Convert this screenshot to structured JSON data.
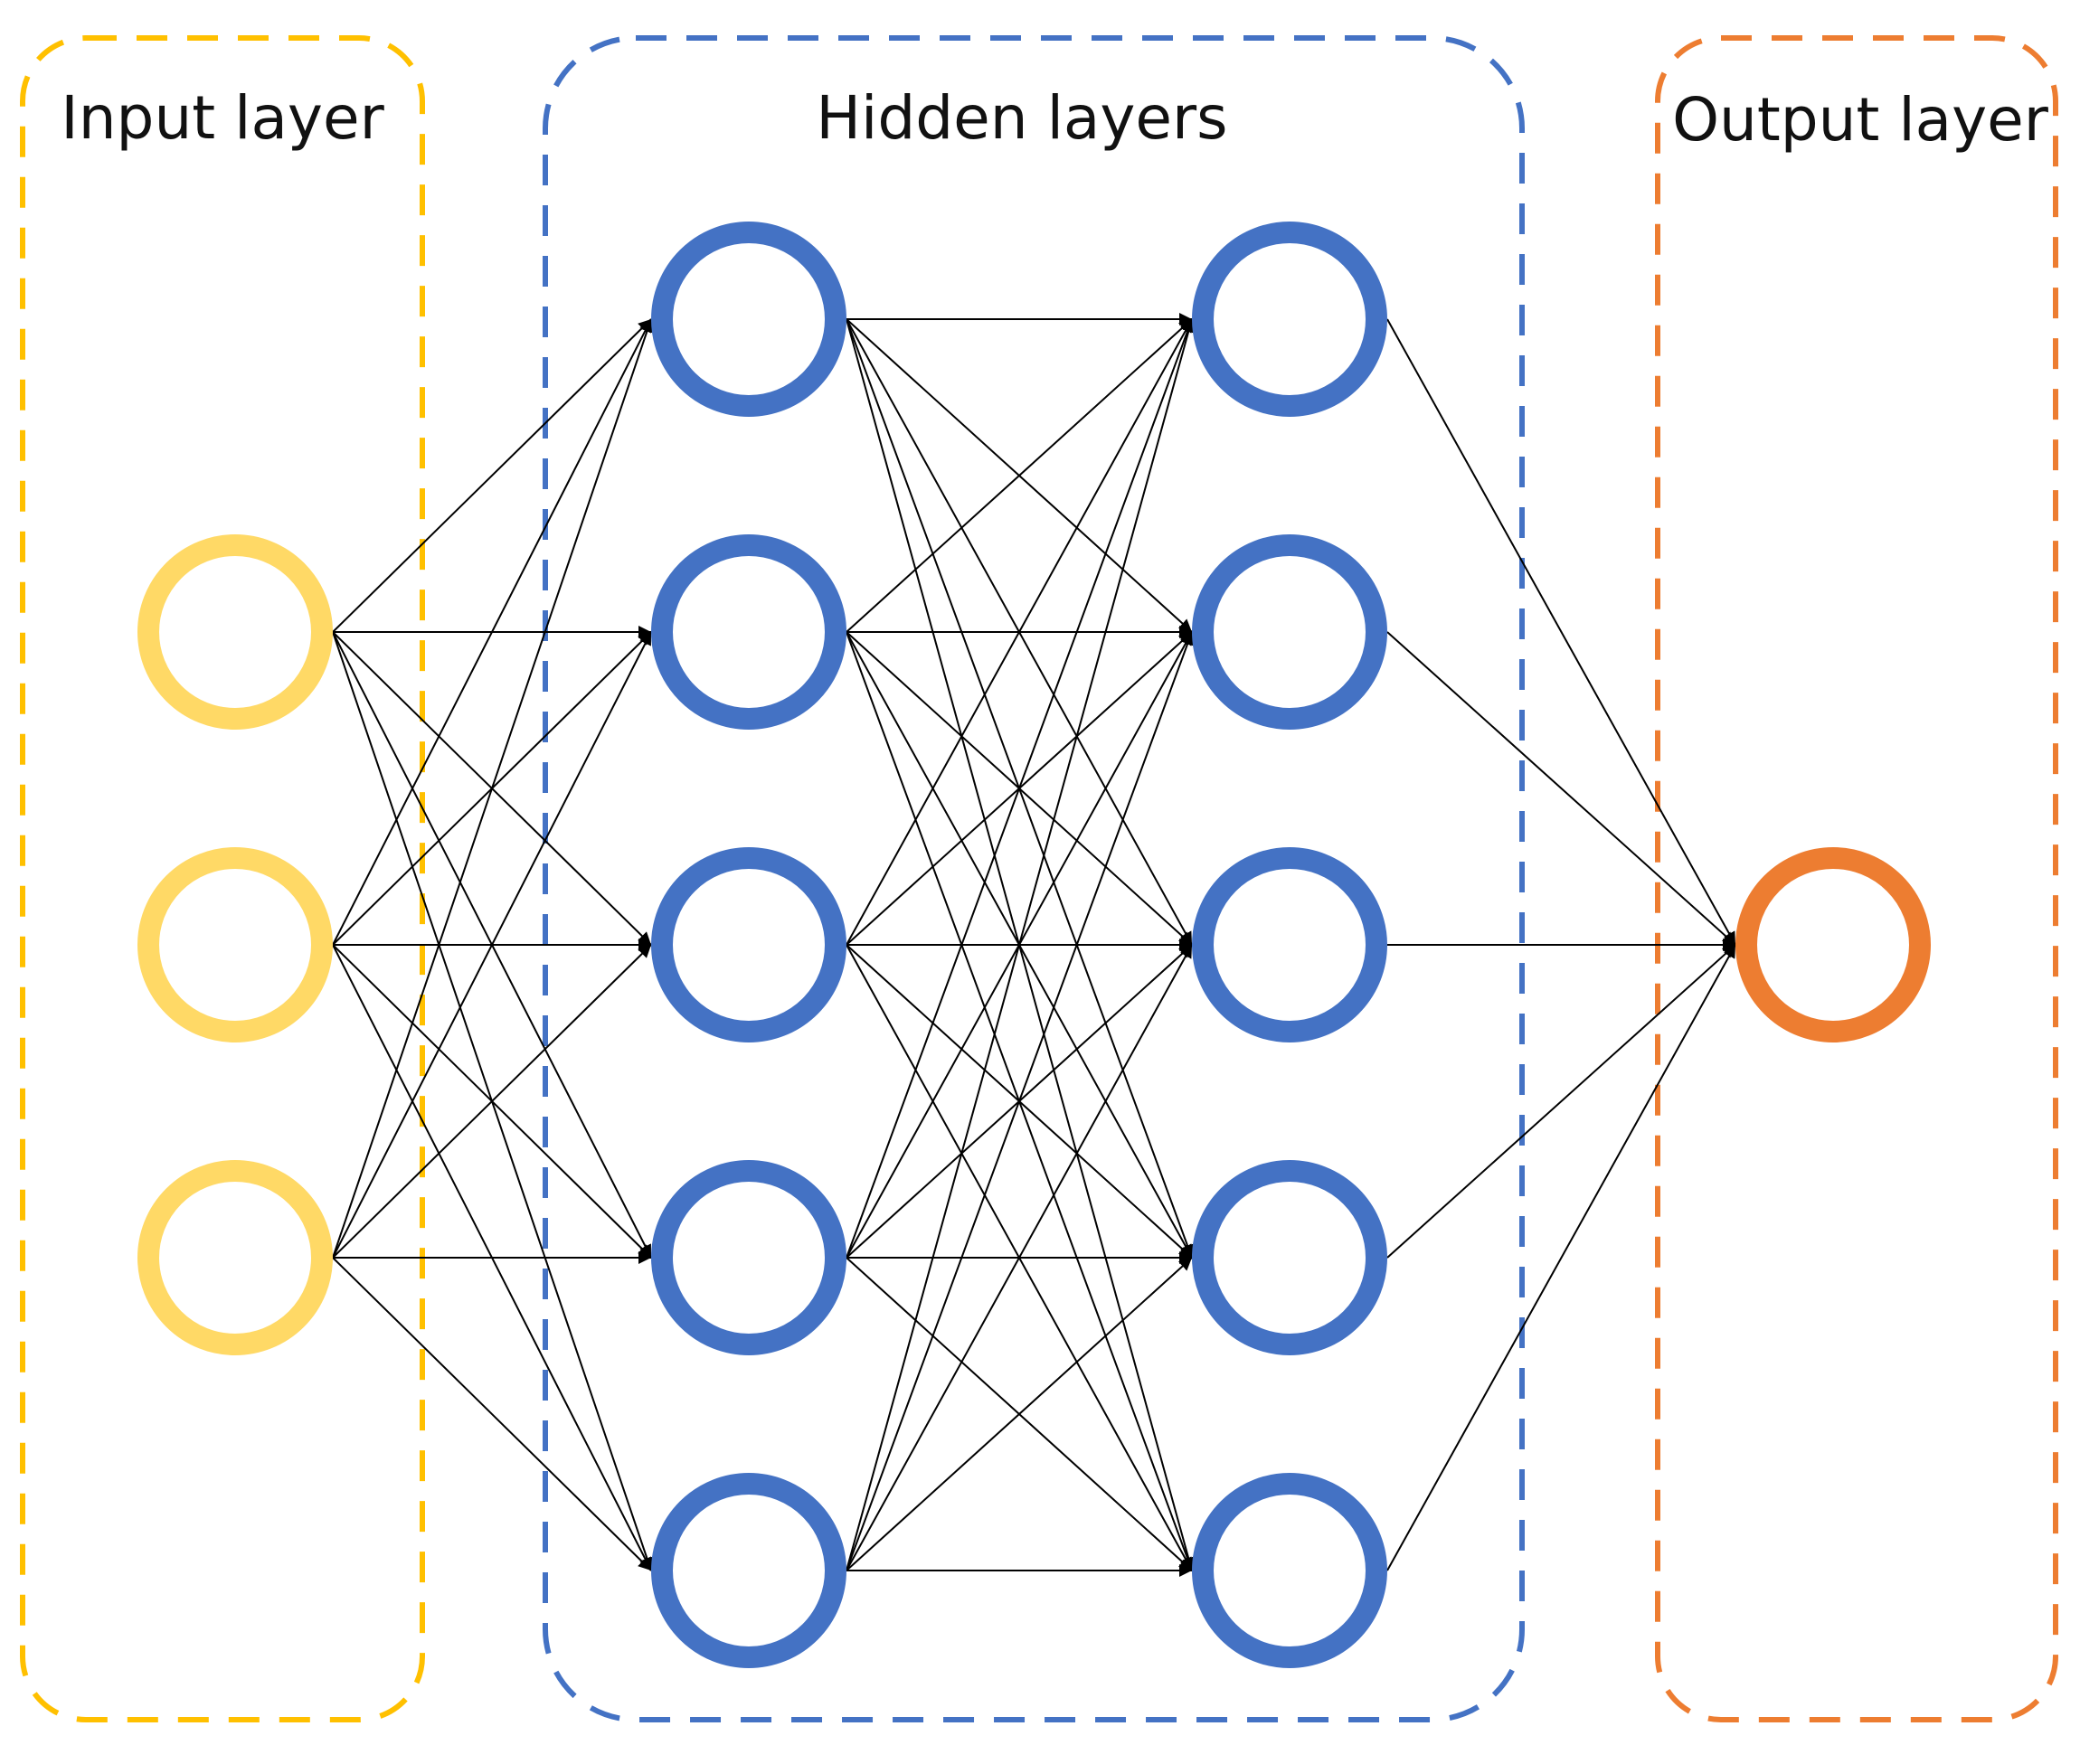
{
  "diagram": {
    "groups": [
      {
        "id": "input",
        "label": "Input layer",
        "color": "#ffc000"
      },
      {
        "id": "hidden",
        "label": "Hidden layers",
        "color": "#4472c4"
      },
      {
        "id": "output",
        "label": "Output layer",
        "color": "#ed7d31"
      }
    ],
    "layers": [
      {
        "group": "input",
        "nodes": 3,
        "color": "#ffd966"
      },
      {
        "group": "hidden",
        "nodes": 5,
        "color": "#4472c4"
      },
      {
        "group": "hidden",
        "nodes": 5,
        "color": "#4472c4"
      },
      {
        "group": "output",
        "nodes": 1,
        "color": "#ed7d31"
      }
    ],
    "connectivity": "fully-connected",
    "edge_color": "#000000"
  }
}
